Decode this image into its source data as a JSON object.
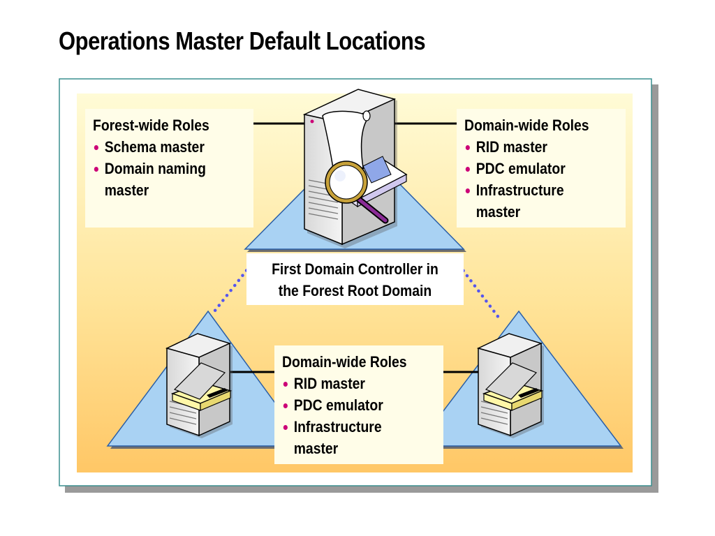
{
  "title": "Operations Master Default Locations",
  "forest_roles": {
    "heading": "Forest-wide Roles",
    "items": [
      "Schema master",
      "Domain naming",
      "master"
    ]
  },
  "domain_roles_top": {
    "heading": "Domain-wide Roles",
    "items": [
      "RID master",
      "PDC emulator",
      "Infrastructure",
      "master"
    ]
  },
  "domain_roles_bottom": {
    "heading": "Domain-wide Roles",
    "items": [
      "RID master",
      "PDC emulator",
      "Infrastructure",
      "master"
    ]
  },
  "dc_caption": {
    "line1": "First Domain Controller in",
    "line2": "the Forest Root Domain"
  },
  "colors": {
    "panel_gradient_top": "#fffad0",
    "panel_gradient_bottom": "#ffc766",
    "triangle_fill": "#a9d2f3",
    "bullet": "#cc0077",
    "dotted_link": "#5555ee"
  }
}
